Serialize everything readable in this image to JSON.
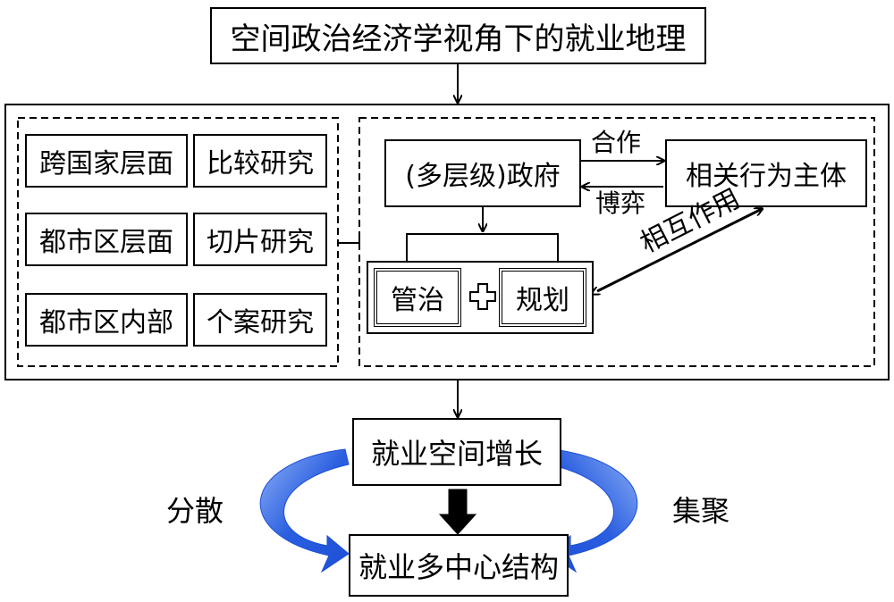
{
  "title": "空间政治经济学视角下的就业地理",
  "left_panel": {
    "rows": [
      {
        "level": "跨国家层面",
        "method": "比较研究"
      },
      {
        "level": "都市区层面",
        "method": "切片研究"
      },
      {
        "level": "都市区内部",
        "method": "个案研究"
      }
    ]
  },
  "right_panel": {
    "government": "(多层级)政府",
    "actors": "相关行为主体",
    "cooperation": "合作",
    "game": "博弈",
    "governance": "管治",
    "planning": "规划",
    "interaction": "相互作用"
  },
  "growth": "就业空间增长",
  "structure": "就业多中心结构",
  "disperse": "分散",
  "agglomerate": "集聚",
  "colors": {
    "curve_arrow_dark": "#1c4fd6",
    "curve_arrow_light": "#6f9af2",
    "down_arrow": "#000000"
  }
}
